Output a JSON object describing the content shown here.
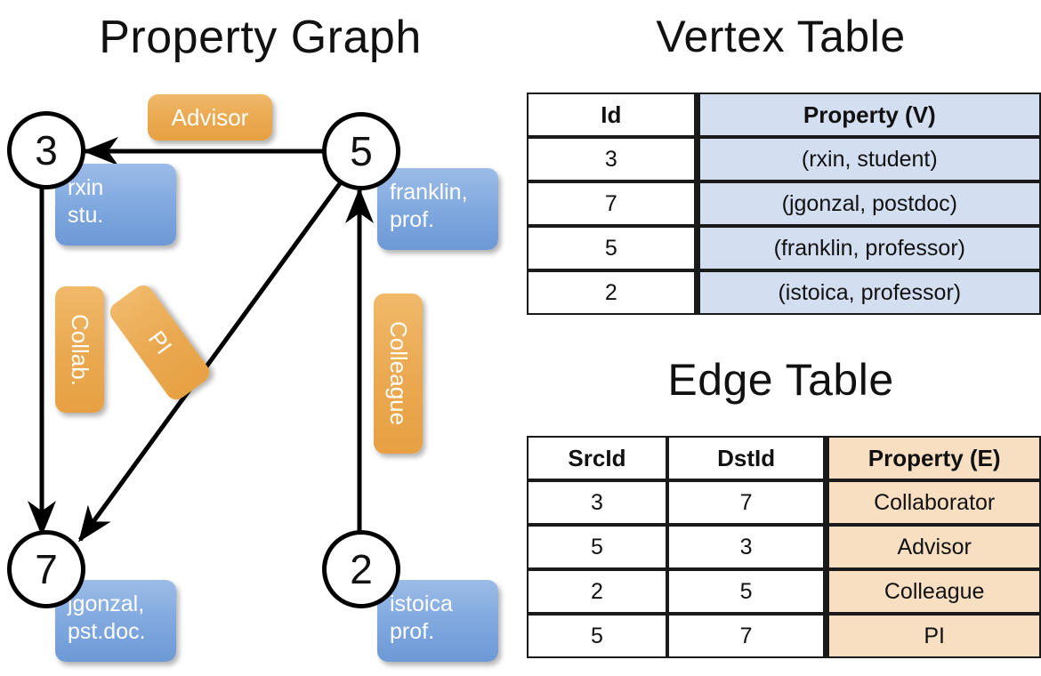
{
  "graph": {
    "title": "Property Graph",
    "nodes": [
      {
        "id": "3",
        "property_lines": [
          "rxin",
          "stu."
        ]
      },
      {
        "id": "5",
        "property_lines": [
          "franklin,",
          "prof."
        ]
      },
      {
        "id": "7",
        "property_lines": [
          "jgonzal,",
          "pst.doc."
        ]
      },
      {
        "id": "2",
        "property_lines": [
          "istoica",
          "prof."
        ]
      }
    ],
    "edge_labels": [
      {
        "label": "Advisor",
        "orientation": "horizontal"
      },
      {
        "label": "Collab.",
        "orientation": "vertical"
      },
      {
        "label": "PI",
        "orientation": "vertical-rotated"
      },
      {
        "label": "Colleague",
        "orientation": "vertical"
      }
    ],
    "edges": [
      {
        "src": "5",
        "dst": "3",
        "label": "Advisor"
      },
      {
        "src": "3",
        "dst": "7",
        "label": "Collab."
      },
      {
        "src": "5",
        "dst": "7",
        "label": "PI"
      },
      {
        "src": "2",
        "dst": "5",
        "label": "Colleague"
      }
    ]
  },
  "vertex_table": {
    "title": "Vertex Table",
    "headers": [
      "Id",
      "Property (V)"
    ],
    "rows": [
      [
        "3",
        "(rxin, student)"
      ],
      [
        "7",
        "(jgonzal, postdoc)"
      ],
      [
        "5",
        "(franklin, professor)"
      ],
      [
        "2",
        "(istoica, professor)"
      ]
    ]
  },
  "edge_table": {
    "title": "Edge Table",
    "headers": [
      "SrcId",
      "DstId",
      "Property (E)"
    ],
    "rows": [
      [
        "3",
        "7",
        "Collaborator"
      ],
      [
        "5",
        "3",
        "Advisor"
      ],
      [
        "2",
        "5",
        "Colleague"
      ],
      [
        "5",
        "7",
        "PI"
      ]
    ]
  },
  "colors": {
    "vertex_property_fill": "#d3dff1",
    "edge_property_fill": "#f8dfc2",
    "vertex_box": "#7ea7de",
    "edge_box": "#eaa84f",
    "stroke": "#000000",
    "background": "#ffffff"
  }
}
